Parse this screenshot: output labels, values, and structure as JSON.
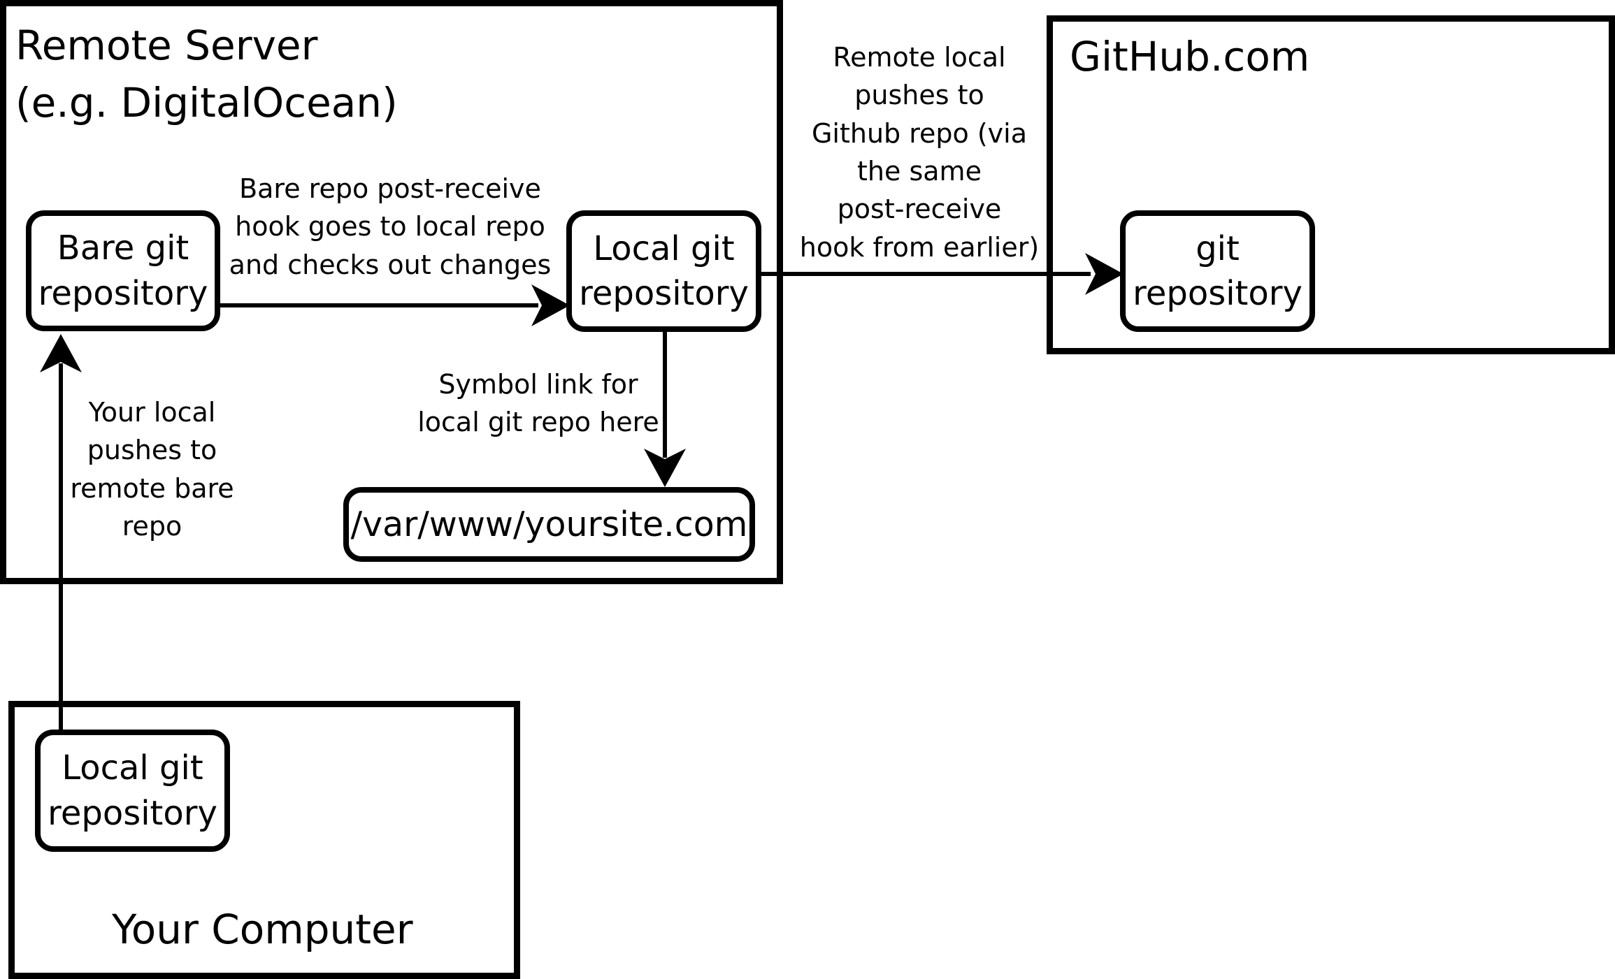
{
  "remote_server": {
    "title": "Remote Server\n(e.g. DigitalOcean)",
    "bare_repo": "Bare git\nrepository",
    "local_repo": "Local git\nrepository",
    "site_path": "/var/www/yoursite.com"
  },
  "github": {
    "title": "GitHub.com",
    "repo": "git\nrepository"
  },
  "your_computer": {
    "title": "Your Computer",
    "local_repo": "Local git\nrepository"
  },
  "notes": {
    "post_receive": "Bare repo post-receive\nhook goes to local repo\nand checks out changes",
    "symbol_link": "Symbol link for\nlocal git repo here",
    "your_local_push": "Your local\npushes to\nremote bare\nrepo",
    "remote_push": "Remote local\npushes to\nGithub repo (via\nthe same\npost-receive\nhook from earlier)"
  },
  "colors": {
    "stroke": "#000000",
    "background": "#ffffff"
  }
}
